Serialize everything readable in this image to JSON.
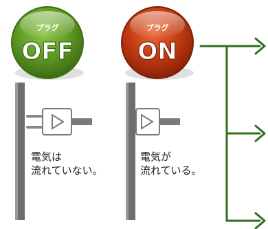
{
  "off_state": {
    "small_label": "プラグ",
    "big_label": "OFF",
    "caption_line1": "電気は",
    "caption_line2": "流れていない。"
  },
  "on_state": {
    "small_label": "プラグ",
    "big_label": "ON",
    "caption_line1": "電気が",
    "caption_line2": "流れている。"
  },
  "colors": {
    "off_button": "#5f9a24",
    "on_button": "#c23a12",
    "wall": "#6e6e6e",
    "arrow": "#2e6e1e",
    "plug_outline": "#7a7a7a"
  },
  "icons": [
    "plug-icon",
    "arrow-right-icon"
  ]
}
